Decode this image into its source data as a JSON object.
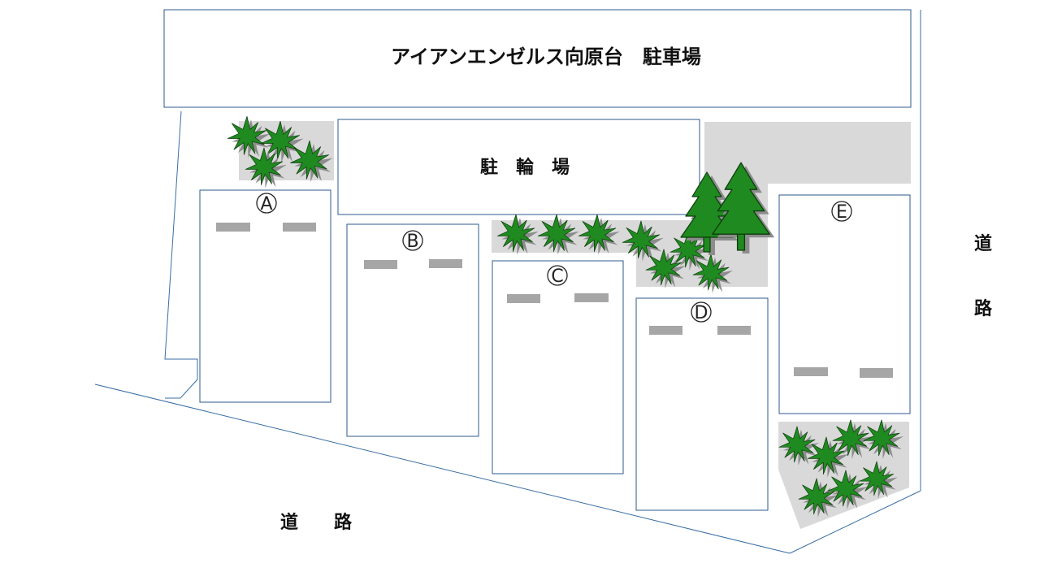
{
  "title": "アイアンエンゼルス向原台　駐車場",
  "bicycle_parking": "駐　輪　場",
  "road_bottom": "道　　路",
  "road_right_1": "道",
  "road_right_2": "路",
  "slots": [
    "A",
    "B",
    "C",
    "D",
    "E"
  ]
}
